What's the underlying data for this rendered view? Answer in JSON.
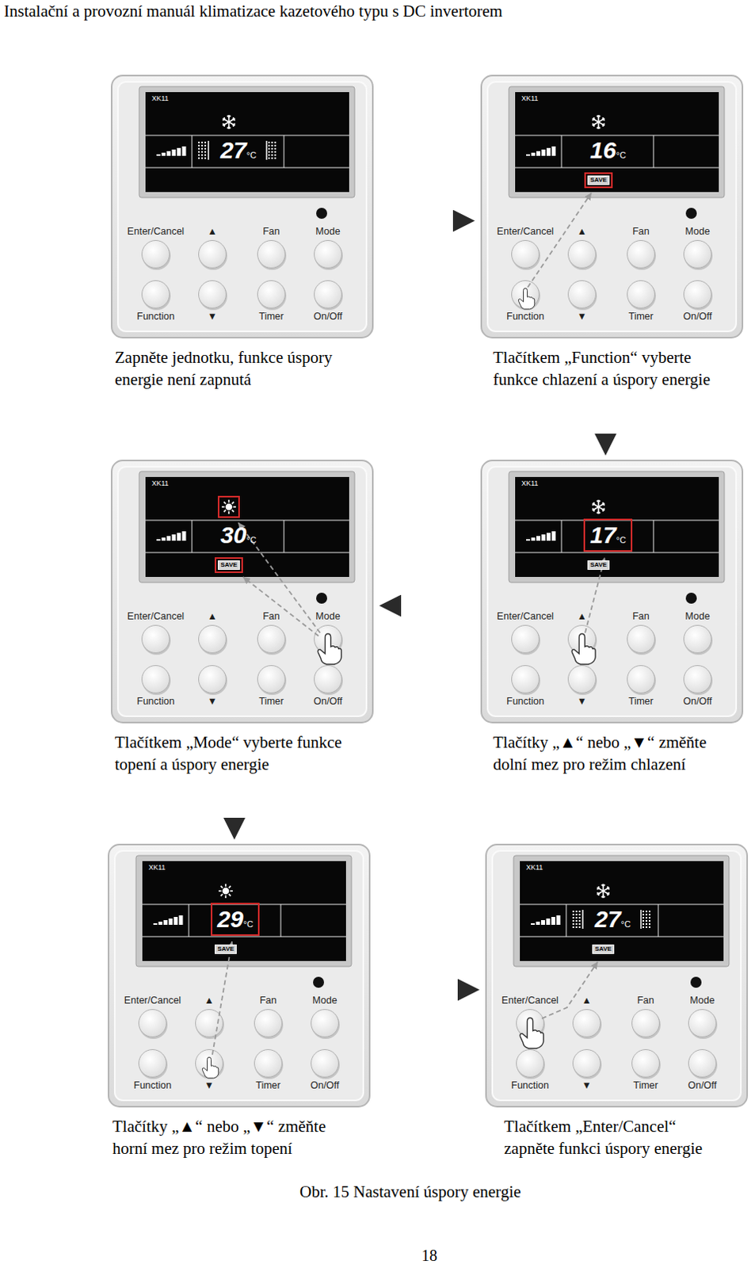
{
  "diagram": {
    "title": "Instalační a provozní manuál klimatizace kazetového typu s DC invertorem",
    "caption": "Obr. 15 Nastavení úspory energie",
    "nodes": [
      {
        "text": [
          "Zapněte jednotku, funkce úspory energie není zapnutá",
          "XK11",
          "27",
          "°C",
          "Enter/Cancel",
          "▲",
          "Fan",
          "Mode",
          "Function",
          "▼",
          "Timer",
          "On/Off"
        ]
      },
      {
        "text": [
          "Tlačítkem „Function“ vyberte funkce chlazení a úspory energie",
          "XK11",
          "16",
          "°C",
          "SAVE",
          "Enter/Cancel",
          "▲",
          "Fan",
          "Mode",
          "Function",
          "▼",
          "Timer",
          "On/Off"
        ]
      },
      {
        "text": [
          "Tlačítkem „Mode“ vyberte funkce topení a úspory energie",
          "XK11",
          "30",
          "°C",
          "SAVE",
          "Enter/Cancel",
          "▲",
          "Fan",
          "Mode",
          "Function",
          "▼",
          "Timer",
          "On/Off"
        ]
      },
      {
        "text": [
          "Tlačítky „▲“ nebo „▼“ změňte dolní mez pro režim chlazení",
          "XK11",
          "17",
          "°C",
          "SAVE",
          "Enter/Cancel",
          "▲",
          "Fan",
          "Mode",
          "Function",
          "▼",
          "Timer",
          "On/Off"
        ]
      },
      {
        "text": [
          "Tlačítky „▲“ nebo „▼“ změňte horní mez pro režim topení",
          "XK11",
          "29",
          "°C",
          "SAVE",
          "Enter/Cancel",
          "▲",
          "Fan",
          "Mode",
          "Function",
          "▼",
          "Timer",
          "On/Off"
        ]
      },
      {
        "text": [
          "Tlačítkem „Enter/Cancel“ zapněte funkci úspory energie",
          "XK11",
          "27",
          "°C",
          "SAVE",
          "Enter/Cancel",
          "▲",
          "Fan",
          "Mode",
          "Function",
          "▼",
          "Timer",
          "On/Off"
        ]
      }
    ],
    "edges": [
      {
        "from": 0,
        "to": 1,
        "arrow": "to"
      },
      {
        "from": 1,
        "to": 3,
        "arrow": "to"
      },
      {
        "from": 3,
        "to": 2,
        "arrow": "to"
      },
      {
        "from": 2,
        "to": 4,
        "arrow": "to"
      },
      {
        "from": 4,
        "to": 5,
        "arrow": "to"
      }
    ],
    "labels": [
      "18"
    ]
  }
}
